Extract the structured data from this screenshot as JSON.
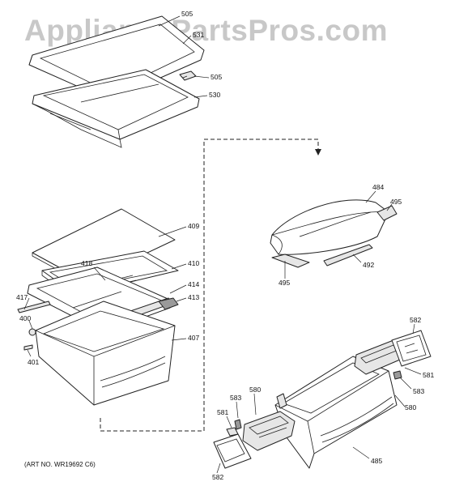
{
  "watermark": "AppliancePartsPros.com",
  "art_number": "(ART NO. WR19692 C6)",
  "callouts": {
    "c505a": "505",
    "c531": "531",
    "c505b": "505",
    "c530": "530",
    "c409": "409",
    "c418": "418",
    "c410": "410",
    "c414": "414",
    "c417": "417",
    "c413": "413",
    "c400": "400",
    "c407": "407",
    "c401": "401",
    "c484": "484",
    "c495a": "495",
    "c492": "492",
    "c495b": "495",
    "c582a": "582",
    "c581a": "581",
    "c583a": "583",
    "c580a": "580",
    "c583b": "583",
    "c580b": "580",
    "c581b": "581",
    "c485": "485",
    "c582b": "582"
  }
}
